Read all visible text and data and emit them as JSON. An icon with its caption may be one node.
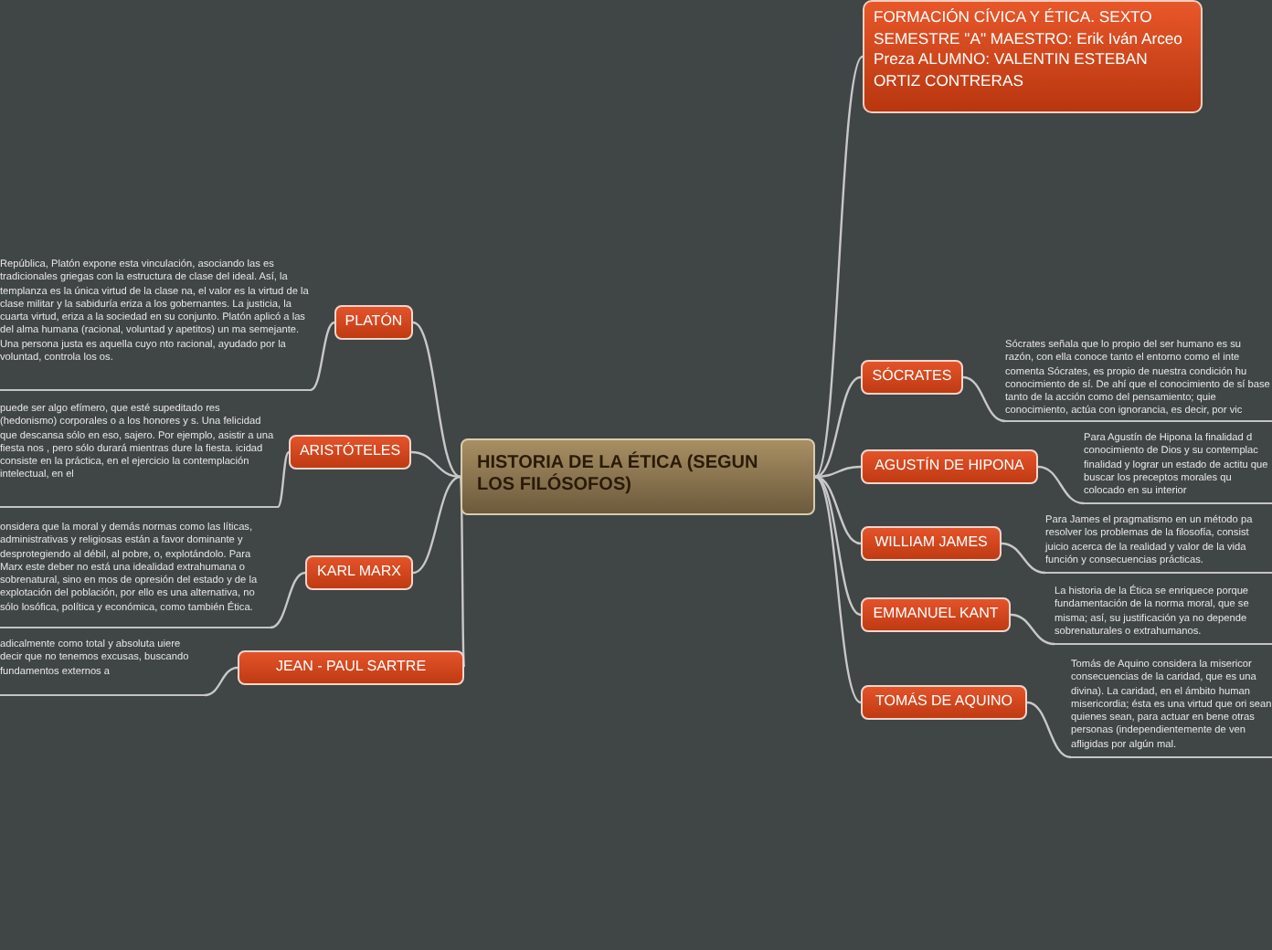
{
  "diagram": {
    "nodes": [
      {
        "text": [
          "FORMACIÓN CÍVICA Y ÉTICA. SEXTO SEMESTRE \"A\" MAESTRO: Erik Iván Arceo Preza ALUMNO: VALENTIN ESTEBAN ORTIZ CONTRERAS"
        ]
      },
      {
        "text": [
          "HISTORIA DE LA ÉTICA (SEGUN LOS FILÓSOFOS)"
        ]
      },
      {
        "text": [
          "PLATÓN"
        ]
      },
      {
        "text": [
          "República, Platón expone esta vinculación, asociando las es tradicionales griegas con la estructura de clase del ideal. Así, la templanza es la única virtud de la clase na, el valor es la virtud de la clase militar y la sabiduría eriza a los gobernantes. La justicia, la cuarta virtud, eriza a la sociedad en su conjunto. Platón aplicó a las del alma humana (racional, voluntad y apetitos) un ma semejante. Una persona justa es aquella cuyo nto racional, ayudado por la voluntad, controla los os."
        ]
      },
      {
        "text": [
          "SÓCRATES"
        ]
      },
      {
        "text": [
          "Sócrates señala que lo propio del ser humano es su razón, con ella conoce tanto el entorno como el inte comenta Sócrates, es propio de nuestra condición hu conocimiento de sí. De ahí que el conocimiento de sí base tanto de la acción como del pensamiento; quie conocimiento, actúa con ignorancia, es decir, por vic"
        ]
      },
      {
        "text": [
          "ARISTÓTELES"
        ]
      },
      {
        "text": [
          "puede ser algo efímero, que esté supeditado res (hedonismo) corporales o a los honores y s. Una felicidad que descansa sólo en eso, sajero. Por ejemplo, asistir a una fiesta nos , pero sólo durará mientras dure la fiesta. icidad consiste en la práctica, en el ejercicio la contemplación intelectual, en el"
        ]
      },
      {
        "text": [
          "AGUSTÍN DE HIPONA"
        ]
      },
      {
        "text": [
          "Para Agustín de Hipona la finalidad d conocimiento de Dios y su contemplac finalidad y lograr un estado de actitu que buscar los preceptos morales qu colocado en su interior"
        ]
      },
      {
        "text": [
          "WILLIAM JAMES"
        ]
      },
      {
        "text": [
          "Para James el pragmatismo en un método pa resolver los problemas de la filosofía, consist juicio acerca de la realidad y valor de la vida función y consecuencias prácticas."
        ]
      },
      {
        "text": [
          "KARL MARX"
        ]
      },
      {
        "text": [
          "onsidera que la moral y demás normas como las líticas, administrativas y religiosas están a favor dominante y desprotegiendo al débil, al pobre, o, explotándolo. Para Marx este deber no está una idealidad extrahumana o sobrenatural, sino en mos de opresión del estado y de la explotación del población, por ello es una alternativa, no sólo losófica, política y económica, como también Ética."
        ]
      },
      {
        "text": [
          "EMMANUEL KANT"
        ]
      },
      {
        "text": [
          "La historia de la Ética se enriquece porque fundamentación de la norma moral, que se misma; así, su justificación ya no depende sobrenaturales o extrahumanos."
        ]
      },
      {
        "text": [
          "JEAN - PAUL SARTRE"
        ]
      },
      {
        "text": [
          "adicalmente como total y absoluta uiere decir que no tenemos excusas, buscando fundamentos externos a"
        ]
      },
      {
        "text": [
          "TOMÁS DE AQUINO"
        ]
      },
      {
        "text": [
          "Tomás de Aquino considera la misericor consecuencias de la caridad, que es una divina). La caridad, en el ámbito human misericordia; ésta es una virtud que ori sean quienes sean, para actuar en bene otras personas (independientemente de ven afligidas por algún mal."
        ]
      }
    ],
    "edges": [
      {
        "from": 1,
        "to": 0,
        "arrow": "none"
      },
      {
        "from": 1,
        "to": 2,
        "arrow": "none"
      },
      {
        "from": 2,
        "to": 3,
        "arrow": "none"
      },
      {
        "from": 1,
        "to": 4,
        "arrow": "none"
      },
      {
        "from": 4,
        "to": 5,
        "arrow": "none"
      },
      {
        "from": 1,
        "to": 6,
        "arrow": "none"
      },
      {
        "from": 6,
        "to": 7,
        "arrow": "none"
      },
      {
        "from": 1,
        "to": 8,
        "arrow": "none"
      },
      {
        "from": 8,
        "to": 9,
        "arrow": "none"
      },
      {
        "from": 1,
        "to": 10,
        "arrow": "none"
      },
      {
        "from": 10,
        "to": 11,
        "arrow": "none"
      },
      {
        "from": 1,
        "to": 12,
        "arrow": "none"
      },
      {
        "from": 12,
        "to": 13,
        "arrow": "none"
      },
      {
        "from": 1,
        "to": 14,
        "arrow": "none"
      },
      {
        "from": 14,
        "to": 15,
        "arrow": "none"
      },
      {
        "from": 1,
        "to": 16,
        "arrow": "none"
      },
      {
        "from": 16,
        "to": 17,
        "arrow": "none"
      },
      {
        "from": 1,
        "to": 18,
        "arrow": "none"
      },
      {
        "from": 18,
        "to": 19,
        "arrow": "none"
      }
    ]
  }
}
